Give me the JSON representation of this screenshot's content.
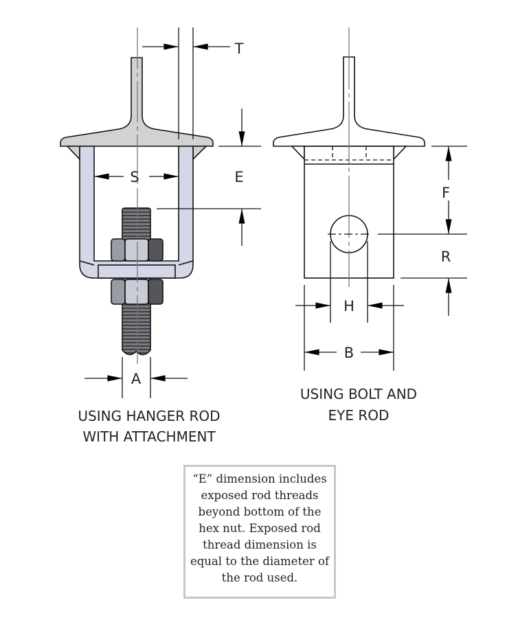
{
  "left_view": {
    "dimension_labels": {
      "t": "T",
      "s": "S",
      "e": "E",
      "a": "A"
    },
    "caption": [
      "USING HANGER ROD",
      "WITH ATTACHMENT"
    ]
  },
  "right_view": {
    "dimension_labels": {
      "f": "F",
      "r": "R",
      "h": "H",
      "b": "B"
    },
    "caption": [
      "USING BOLT AND",
      "EYE ROD"
    ]
  },
  "note": {
    "lines": [
      "“E” dimension includes",
      "exposed rod threads",
      "beyond bottom of the",
      "hex nut. Exposed rod",
      "thread dimension is",
      "equal to the diameter of",
      "the rod used."
    ]
  },
  "colors": {
    "flange": "#d2d2d2",
    "strap": "#d3d7e8",
    "nut_light": "#c9cbd6",
    "nut_dark": "#55565c",
    "rod": "#6c6d72"
  }
}
